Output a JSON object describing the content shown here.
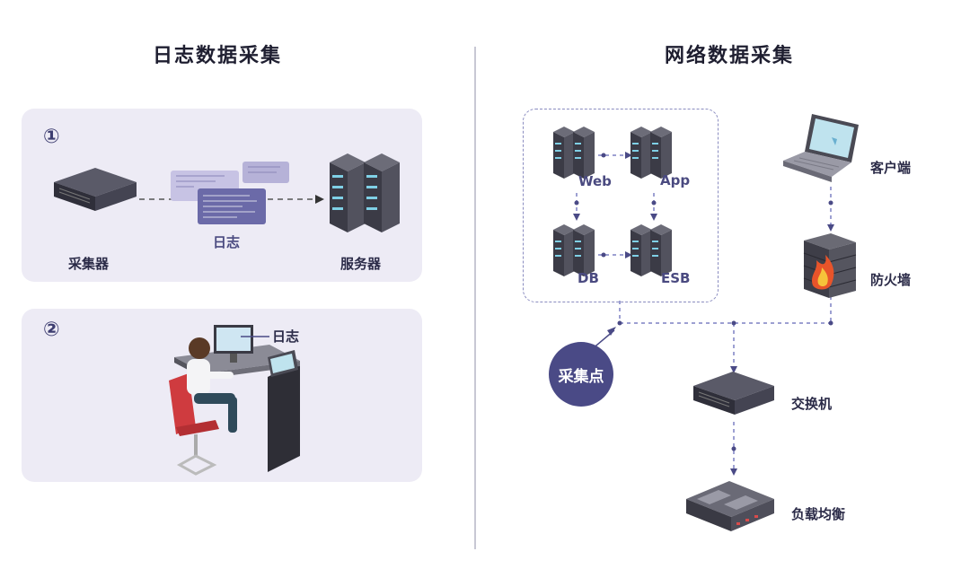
{
  "left": {
    "title": "日志数据采集",
    "panel1": {
      "number": "①",
      "collector_label": "采集器",
      "log_label": "日志",
      "server_label": "服务器"
    },
    "panel2": {
      "number": "②",
      "log_label": "日志"
    }
  },
  "right": {
    "title": "网络数据采集",
    "nodes": {
      "web": "Web",
      "app": "App",
      "db": "DB",
      "esb": "ESB",
      "client": "客户端",
      "firewall": "防火墙",
      "collect_point": "采集点",
      "switch": "交换机",
      "load_balancer": "负载均衡"
    }
  },
  "colors": {
    "accent": "#4a4a86",
    "panel_bg": "#edebf5",
    "dash": "#7d80c4"
  }
}
